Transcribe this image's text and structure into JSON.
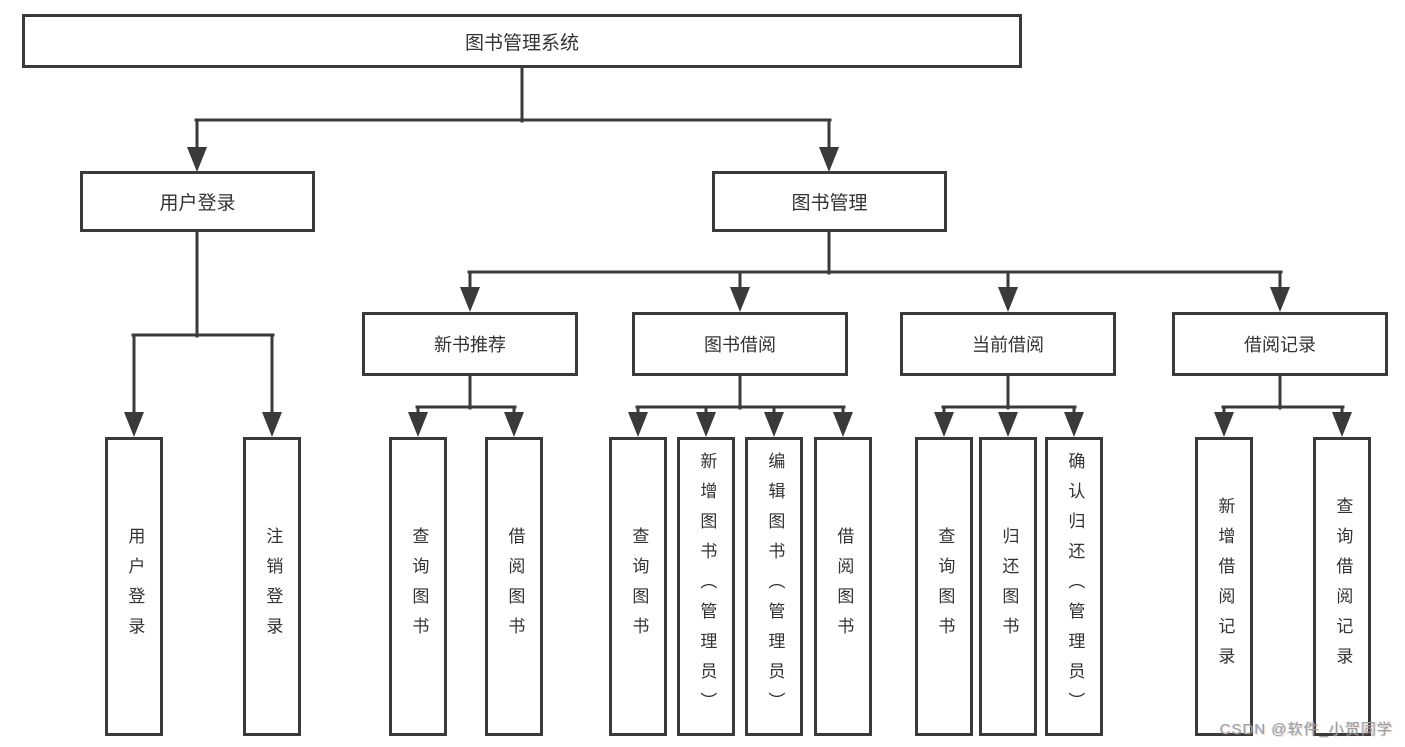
{
  "colors": {
    "line": "#3a3a3a",
    "text": "#333333",
    "background": "#ffffff",
    "watermark": "#9aa0a6"
  },
  "watermark": {
    "text": "CSDN @软件_小贺同学"
  },
  "diagram": {
    "type": "tree",
    "root": {
      "label": "图书管理系统"
    },
    "level2": [
      {
        "label": "用户登录"
      },
      {
        "label": "图书管理"
      }
    ],
    "level3": [
      {
        "label": "新书推荐",
        "parent": "图书管理"
      },
      {
        "label": "图书借阅",
        "parent": "图书管理"
      },
      {
        "label": "当前借阅",
        "parent": "图书管理"
      },
      {
        "label": "借阅记录",
        "parent": "图书管理"
      }
    ],
    "leaves": [
      {
        "label": "用户登录",
        "parent": "用户登录"
      },
      {
        "label": "注销登录",
        "parent": "用户登录"
      },
      {
        "label": "查询图书",
        "parent": "新书推荐"
      },
      {
        "label": "借阅图书",
        "parent": "新书推荐"
      },
      {
        "label": "查询图书",
        "parent": "图书借阅"
      },
      {
        "label": "新增图书（管理员）",
        "parent": "图书借阅"
      },
      {
        "label": "编辑图书（管理员）",
        "parent": "图书借阅"
      },
      {
        "label": "借阅图书",
        "parent": "图书借阅"
      },
      {
        "label": "查询图书",
        "parent": "当前借阅"
      },
      {
        "label": "归还图书",
        "parent": "当前借阅"
      },
      {
        "label": "确认归还（管理员）",
        "parent": "当前借阅"
      },
      {
        "label": "新增借阅记录",
        "parent": "借阅记录"
      },
      {
        "label": "查询借阅记录",
        "parent": "借阅记录"
      }
    ]
  }
}
